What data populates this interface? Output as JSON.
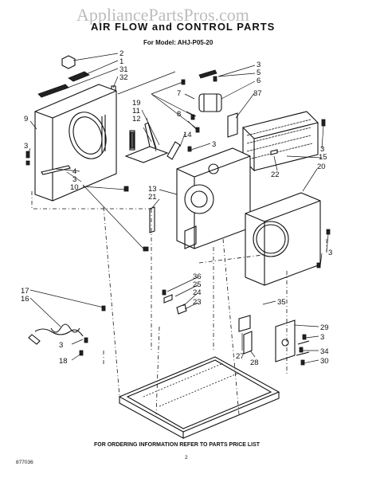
{
  "watermark": "AppliancePartsPros.com",
  "title": "AIR FLOW and CONTROL PARTS",
  "model_line": "For Model: AHJ-P05-20",
  "footer_note": "FOR ORDERING INFORMATION REFER TO PARTS PRICE LIST",
  "page_number": "2",
  "doc_code": "877036",
  "callouts": [
    "2",
    "1",
    "31",
    "32",
    "9",
    "3",
    "4",
    "3",
    "10",
    "19",
    "11",
    "12",
    "13",
    "21",
    "14",
    "3",
    "7",
    "8",
    "3",
    "5",
    "6",
    "37",
    "3",
    "15",
    "22",
    "20",
    "3",
    "36",
    "25",
    "24",
    "23",
    "17",
    "16",
    "3",
    "18",
    "35",
    "29",
    "3",
    "34",
    "30",
    "27",
    "28"
  ]
}
